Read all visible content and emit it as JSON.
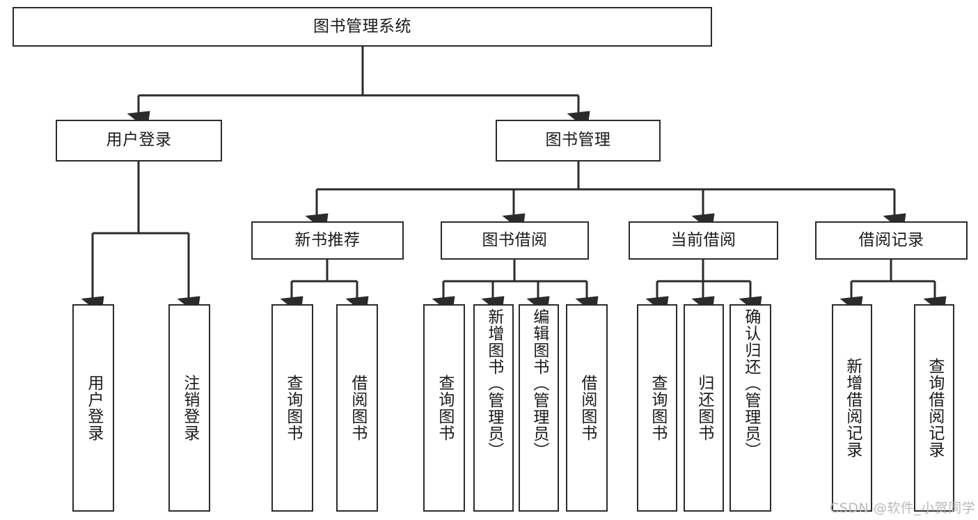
{
  "diagram": {
    "title": "图书管理系统",
    "type": "hierarchy-tree",
    "levels": 4,
    "colors": {
      "stroke": "#2b2b2b",
      "fill": "#ffffff",
      "text": "#1a1a1a",
      "watermark": "#b9b9b9"
    },
    "root": {
      "label": "图书管理系统"
    },
    "level2": [
      {
        "label": "用户登录"
      },
      {
        "label": "图书管理"
      }
    ],
    "level3": [
      {
        "label": "新书推荐"
      },
      {
        "label": "图书借阅"
      },
      {
        "label": "当前借阅"
      },
      {
        "label": "借阅记录"
      }
    ],
    "leaves": {
      "user_login": [
        {
          "label": "用户登录"
        },
        {
          "label": "注销登录"
        }
      ],
      "new_book_recommend": [
        {
          "label": "查询图书"
        },
        {
          "label": "借阅图书"
        }
      ],
      "book_borrow": [
        {
          "label": "查询图书"
        },
        {
          "label": "新增图书（管理员）"
        },
        {
          "label": "编辑图书（管理员）"
        },
        {
          "label": "借阅图书"
        }
      ],
      "current_borrow": [
        {
          "label": "查询图书"
        },
        {
          "label": "归还图书"
        },
        {
          "label": "确认归还（管理员）"
        }
      ],
      "borrow_record": [
        {
          "label": "新增借阅记录"
        },
        {
          "label": "查询借阅记录"
        }
      ]
    },
    "watermark": "CSDN @软件_小贺同学"
  }
}
